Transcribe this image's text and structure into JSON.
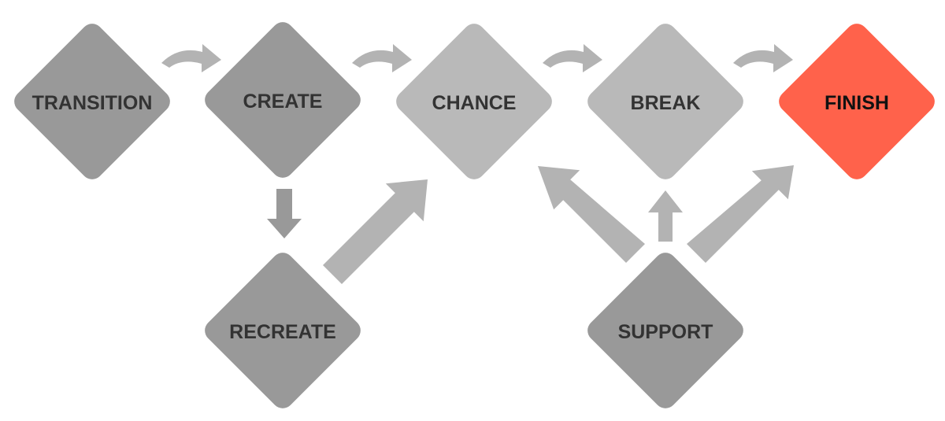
{
  "diagram": {
    "nodes": {
      "transition": {
        "label": "TRANSITION"
      },
      "create": {
        "label": "CREATE"
      },
      "chance": {
        "label": "CHANCE"
      },
      "break": {
        "label": "BREAK"
      },
      "finish": {
        "label": "FINISH"
      },
      "recreate": {
        "label": "RECREATE"
      },
      "support": {
        "label": "SUPPORT"
      }
    },
    "edges": [
      {
        "from": "TRANSITION",
        "to": "CREATE"
      },
      {
        "from": "CREATE",
        "to": "CHANCE"
      },
      {
        "from": "CHANCE",
        "to": "BREAK"
      },
      {
        "from": "BREAK",
        "to": "FINISH"
      },
      {
        "from": "CREATE",
        "to": "RECREATE"
      },
      {
        "from": "RECREATE",
        "to": "CHANCE"
      },
      {
        "from": "SUPPORT",
        "to": "CHANCE"
      },
      {
        "from": "SUPPORT",
        "to": "BREAK"
      },
      {
        "from": "SUPPORT",
        "to": "FINISH"
      }
    ],
    "colors": {
      "dark_gray": "#999999",
      "light_gray": "#b9b9b9",
      "arrow_gray": "#b3b3b3",
      "accent": "#ff624b",
      "label_text": "#333333",
      "accent_label_text": "#111111"
    }
  }
}
